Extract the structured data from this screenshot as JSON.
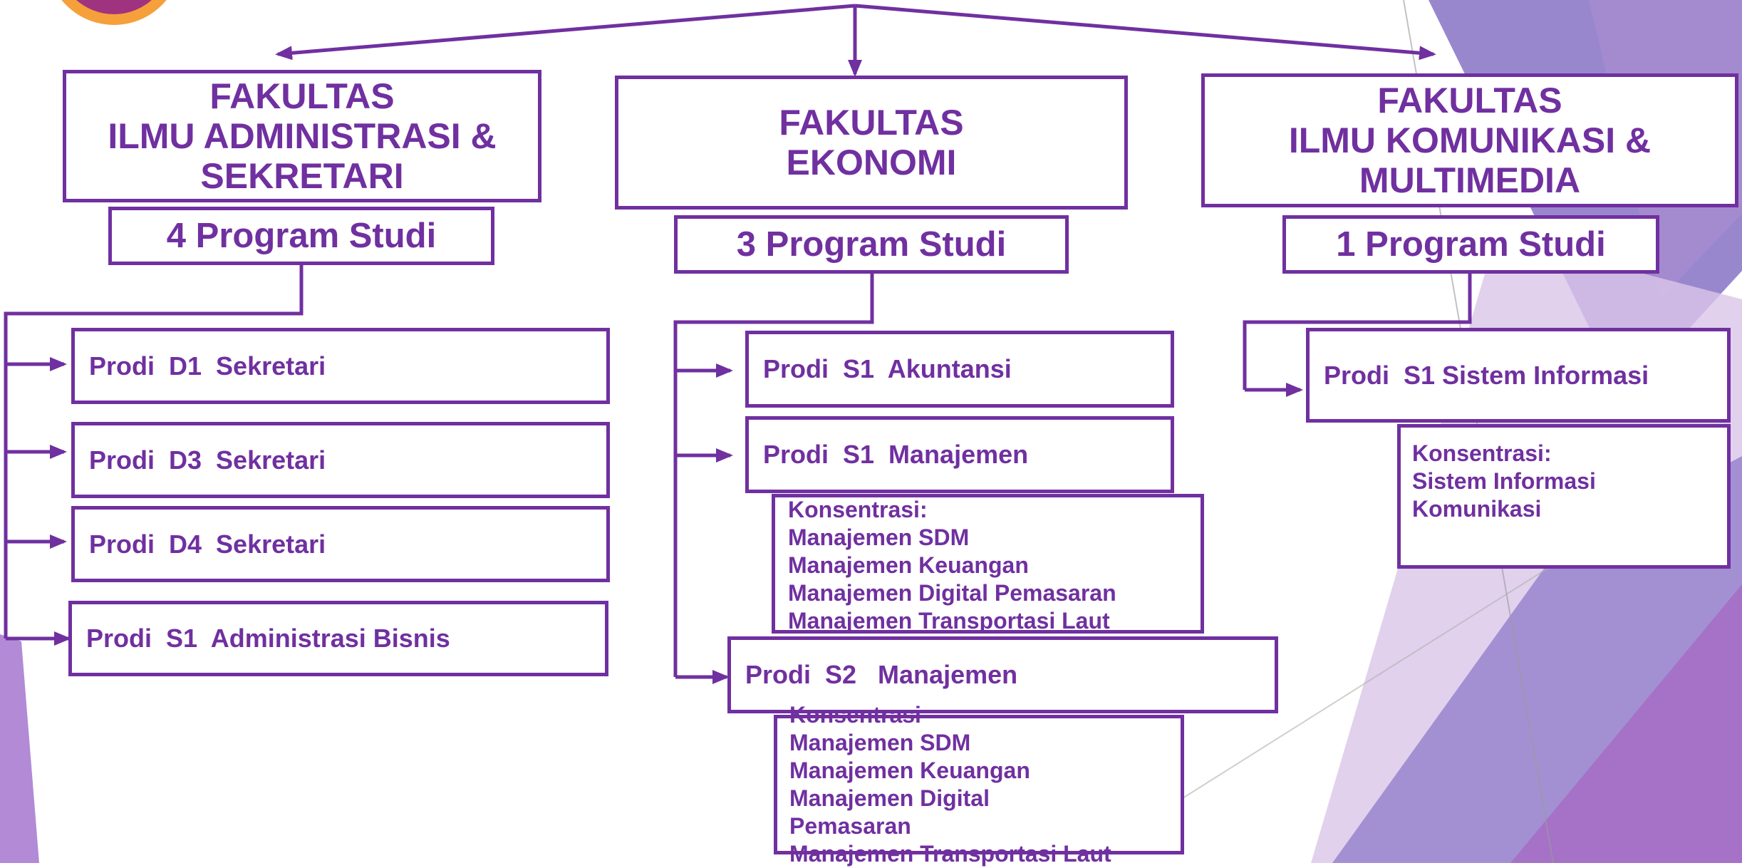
{
  "colors": {
    "primary": "#7030a0",
    "accent_orange": "#f5a03a",
    "deco_light": "#d9c6e8",
    "deco_mid": "#8e7ac9",
    "deco_dark": "#6b5bbf"
  },
  "faculties": [
    {
      "name_lines": [
        "FAKULTAS",
        "ILMU ADMINISTRASI &",
        "SEKRETARI"
      ],
      "count": "4 Program Studi",
      "programs": [
        {
          "label": "Prodi  D1  Sekretari"
        },
        {
          "label": "Prodi  D3  Sekretari"
        },
        {
          "label": "Prodi  D4  Sekretari"
        },
        {
          "label": "Prodi  S1  Administrasi Bisnis"
        }
      ]
    },
    {
      "name_lines": [
        "FAKULTAS",
        "EKONOMI"
      ],
      "count": "3 Program Studi",
      "programs": [
        {
          "label": "Prodi  S1  Akuntansi"
        },
        {
          "label": "Prodi  S1  Manajemen",
          "konsentrasi": [
            "Konsentrasi:",
            "Manajemen SDM",
            "Manajemen Keuangan",
            "Manajemen Digital Pemasaran",
            "Manajemen Transportasi Laut"
          ]
        },
        {
          "label": "Prodi  S2   Manajemen",
          "konsentrasi": [
            "Konsentrasi",
            "Manajemen SDM",
            "Manajemen Keuangan",
            "Manajemen Digital",
            "Pemasaran",
            "Manajemen Transportasi Laut"
          ]
        }
      ]
    },
    {
      "name_lines": [
        "FAKULTAS",
        "ILMU KOMUNIKASI &",
        "MULTIMEDIA"
      ],
      "count": "1 Program Studi",
      "programs": [
        {
          "label": "Prodi  S1 Sistem Informasi",
          "konsentrasi": [
            "Konsentrasi:",
            "Sistem Informasi",
            "Komunikasi"
          ]
        }
      ]
    }
  ]
}
